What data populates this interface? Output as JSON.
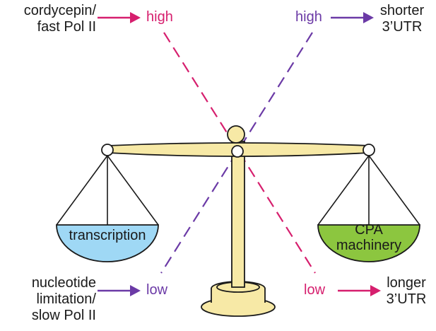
{
  "labels": {
    "cordycepin": "cordycepin/\nfast Pol II",
    "nucleotide": "nucleotide\nlimitation/\nslow Pol II",
    "shorter": "shorter\n3’UTR",
    "longer": "longer\n3’UTR",
    "high_left": "high",
    "high_right": "high",
    "low_left": "low",
    "low_right": "low",
    "transcription": "transcription",
    "cpa": "CPA\nmachinery"
  },
  "colors": {
    "magenta": "#d61f6e",
    "purple": "#6b3aa6",
    "transcription_pan": "#9fd8f5",
    "cpa_pan": "#8cc63f",
    "scale_body": "#f7e9a6",
    "outline": "#1a1a1a"
  }
}
